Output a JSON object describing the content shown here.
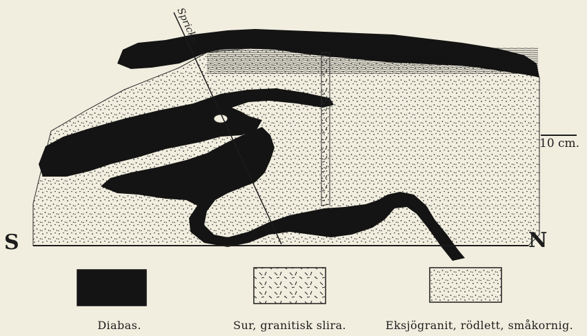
{
  "diagram": {
    "fracture_label": "Spricka",
    "direction_left": "S",
    "direction_right": "N",
    "scale_label": "10 cm.",
    "legend": [
      {
        "key": "diabas",
        "label": "Diabas.",
        "fill": "solid-black"
      },
      {
        "key": "sur",
        "label": "Sur, granitisk slira.",
        "fill": "dashes"
      },
      {
        "key": "eksjo",
        "label": "Eksjögranit, rödlett, småkornig.",
        "fill": "dots"
      }
    ]
  },
  "colors": {
    "paper": "#f1eedf",
    "ink": "#1c1c1c"
  }
}
